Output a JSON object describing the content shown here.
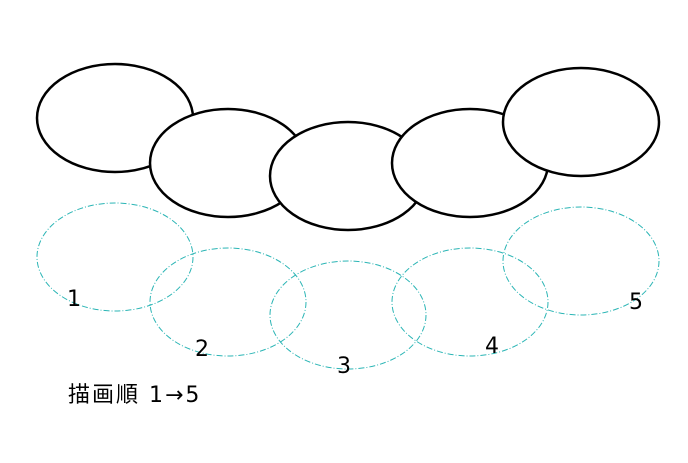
{
  "colors": {
    "solid": "#000000",
    "dashed": "#2bb5b5",
    "fill": "#ffffff"
  },
  "ellipses": [
    {
      "label": "1"
    },
    {
      "label": "2"
    },
    {
      "label": "3"
    },
    {
      "label": "4"
    },
    {
      "label": "5"
    }
  ],
  "caption": "描画順 1→5"
}
